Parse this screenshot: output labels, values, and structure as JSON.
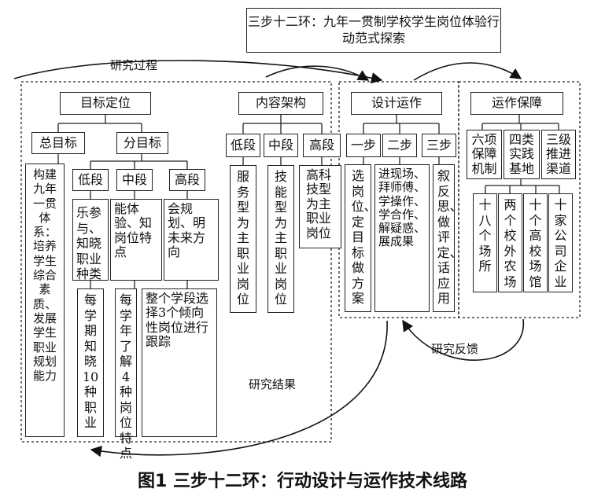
{
  "title": "三步十二环：九年一贯制学校学生岗位体验行动范式探索",
  "labels": {
    "research_process": "研究过程",
    "research_result": "研究结果",
    "research_feedback": "研究反馈"
  },
  "goal": {
    "header": "目标定位",
    "overall": "总目标",
    "overall_text": "构建九年一贯体系：培养学生综合素质、发展学生职业规划能力",
    "sub": "分目标",
    "low": "低段",
    "mid": "中段",
    "high": "高段",
    "low_text": "乐参与、知晓职业种类",
    "mid_text": "能体验、知岗位特点",
    "high_text": "会规划、明未来方向",
    "low_detail": "每学期知晓10种职业",
    "mid_detail": "每学年了解4种岗位特点",
    "high_detail": "整个学段选择3个倾向性岗位进行跟踪"
  },
  "content": {
    "header": "内容架构",
    "low": "低段",
    "mid": "中段",
    "high": "高段",
    "low_text": "服务型为主职业岗位",
    "mid_text": "技能型为主职业岗位",
    "high_text": "高科技型为主职业岗位"
  },
  "design": {
    "header": "设计运作",
    "step1": "一步",
    "step2": "二步",
    "step3": "三步",
    "step1_text": "选岗位、定目标做方案",
    "step2_text": "进现场、拜师傅、学操作、学合作、解疑惑、展成果",
    "step3_text": "叙反思、做评定、话应用"
  },
  "support": {
    "header": "运作保障",
    "col1": "六项保障机制",
    "col2": "四类实践基地",
    "col3": "三级推进渠道",
    "base1": "十八个场所",
    "base2": "两个校外农场",
    "base3": "十个高校场馆",
    "base4": "十家公司企业"
  },
  "caption": "图1  三步十二环：行动设计与运作技术线路"
}
